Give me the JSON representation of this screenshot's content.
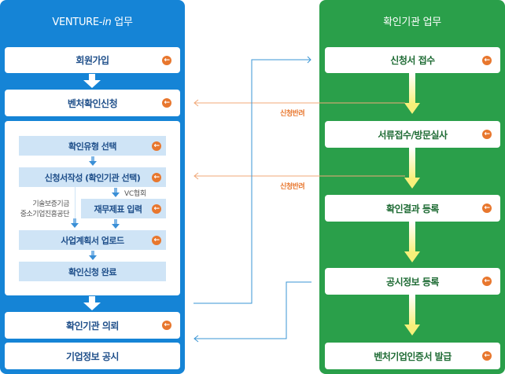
{
  "colors": {
    "left_panel": "#1584d6",
    "right_panel": "#2a9f4a",
    "sub_step_bg": "#cfe4f6",
    "action_icon": "#e8772e",
    "return_line": "#f0a878",
    "flow_line": "#3a95d4"
  },
  "left": {
    "title_prefix": "VENTURE-",
    "title_italic": "in",
    "title_suffix": " 업무",
    "steps": [
      {
        "label": "회원가입",
        "icon": "arrow-left-circle"
      },
      {
        "label": "벤처확인신청",
        "icon": "arrow-left-circle"
      }
    ],
    "sub_steps": [
      {
        "label": "확인유형 선택",
        "icon": "arrow-left-circle"
      },
      {
        "label": "신청서작성 (확인기관 선택)",
        "icon": "arrow-left-circle"
      },
      {
        "label": "재무제표 입력",
        "icon": "arrow-left-circle"
      },
      {
        "label": "사업계획서 업로드",
        "icon": "arrow-left-circle"
      },
      {
        "label": "확인신청 완료"
      }
    ],
    "branch_note_line1": "기술보증기금",
    "branch_note_line2": "중소기업진흥공단",
    "vc_note": "VC협회",
    "bottom_steps": [
      {
        "label": "확인기관 의뢰",
        "icon": "arrow-left-circle"
      },
      {
        "label": "기업정보 공시"
      }
    ]
  },
  "right": {
    "title": "확인기관 업무",
    "steps": [
      {
        "label": "신청서 접수",
        "icon": "arrow-left-circle"
      },
      {
        "label": "서류접수/방문실사",
        "icon": "arrow-left-circle"
      },
      {
        "label": "확인결과 등록",
        "icon": "arrow-left-circle"
      },
      {
        "label": "공시정보 등록",
        "icon": "arrow-left-circle"
      },
      {
        "label": "벤처기업인증서 발급",
        "icon": "arrow-left-circle"
      }
    ]
  },
  "connectors": {
    "return_label_1": "신청반려",
    "return_label_2": "신청반려",
    "icon_glyph": "←"
  }
}
